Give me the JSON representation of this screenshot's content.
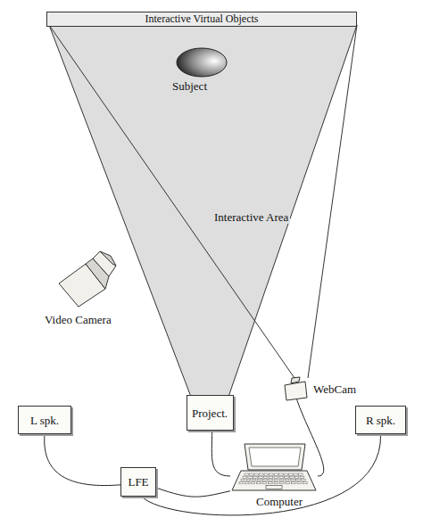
{
  "diagram": {
    "nodes": [
      {
        "text": [
          "Interactive Virtual Objects"
        ]
      },
      {
        "text": [
          "L spk."
        ]
      },
      {
        "text": [
          "Project."
        ]
      },
      {
        "text": [
          "WebCam"
        ]
      },
      {
        "text": [
          "LFE"
        ]
      },
      {
        "text": [
          "Computer"
        ]
      },
      {
        "text": [
          "R spk."
        ]
      }
    ],
    "edges": [
      {
        "from": 1,
        "to": 4,
        "arrow": "none"
      },
      {
        "from": 2,
        "to": 5,
        "arrow": "none"
      },
      {
        "from": 3,
        "to": 5,
        "arrow": "none"
      },
      {
        "from": 4,
        "to": 5,
        "arrow": "none"
      },
      {
        "from": 6,
        "to": 4,
        "arrow": "none"
      }
    ],
    "labels": [
      "Subject",
      "Interactive Area",
      "Video Camera"
    ]
  }
}
